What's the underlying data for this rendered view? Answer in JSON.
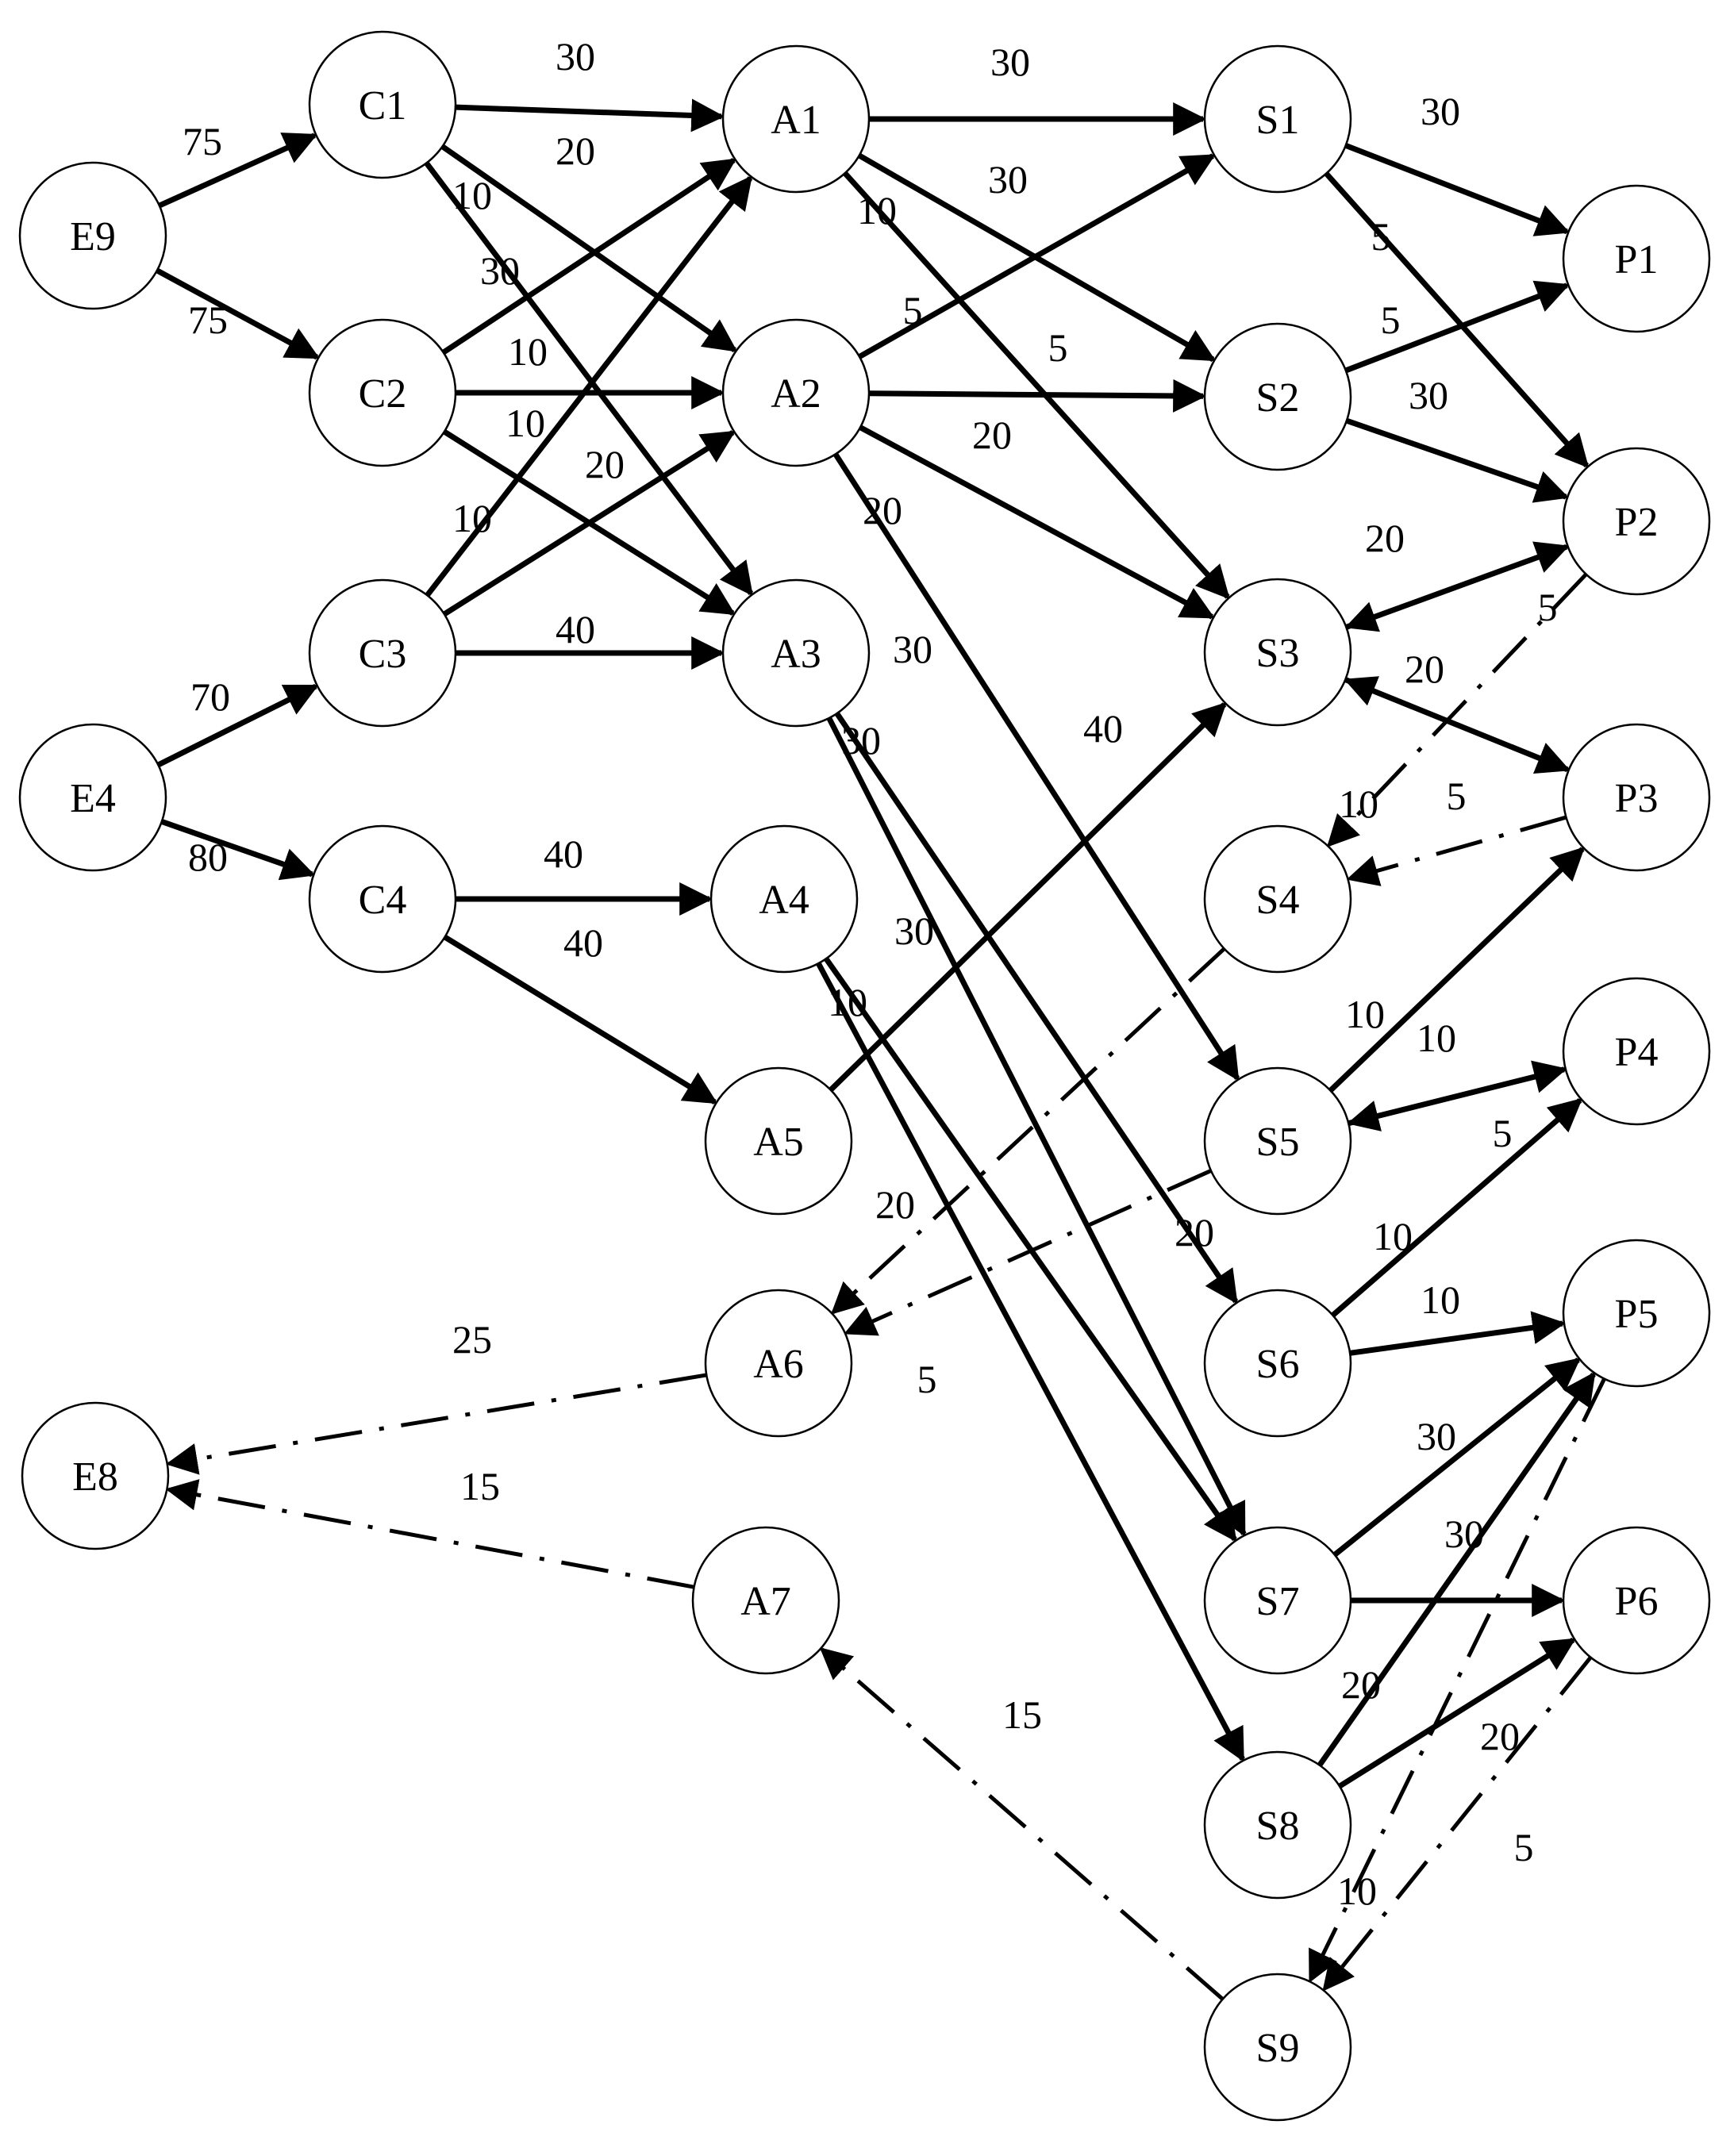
{
  "diagram": {
    "nodes": [
      {
        "id": "E9",
        "label": "E9"
      },
      {
        "id": "E4",
        "label": "E4"
      },
      {
        "id": "E8",
        "label": "E8"
      },
      {
        "id": "C1",
        "label": "C1"
      },
      {
        "id": "C2",
        "label": "C2"
      },
      {
        "id": "C3",
        "label": "C3"
      },
      {
        "id": "C4",
        "label": "C4"
      },
      {
        "id": "A1",
        "label": "A1"
      },
      {
        "id": "A2",
        "label": "A2"
      },
      {
        "id": "A3",
        "label": "A3"
      },
      {
        "id": "A4",
        "label": "A4"
      },
      {
        "id": "A5",
        "label": "A5"
      },
      {
        "id": "A6",
        "label": "A6"
      },
      {
        "id": "A7",
        "label": "A7"
      },
      {
        "id": "S1",
        "label": "S1"
      },
      {
        "id": "S2",
        "label": "S2"
      },
      {
        "id": "S3",
        "label": "S3"
      },
      {
        "id": "S4",
        "label": "S4"
      },
      {
        "id": "S5",
        "label": "S5"
      },
      {
        "id": "S6",
        "label": "S6"
      },
      {
        "id": "S7",
        "label": "S7"
      },
      {
        "id": "S8",
        "label": "S8"
      },
      {
        "id": "S9",
        "label": "S9"
      },
      {
        "id": "P1",
        "label": "P1"
      },
      {
        "id": "P2",
        "label": "P2"
      },
      {
        "id": "P3",
        "label": "P3"
      },
      {
        "id": "P4",
        "label": "P4"
      },
      {
        "id": "P5",
        "label": "P5"
      },
      {
        "id": "P6",
        "label": "P6"
      }
    ],
    "edges": [
      {
        "from": "E9",
        "to": "C1",
        "label": "75",
        "style": "solid"
      },
      {
        "from": "E9",
        "to": "C2",
        "label": "75",
        "style": "solid"
      },
      {
        "from": "E4",
        "to": "C3",
        "label": "70",
        "style": "solid"
      },
      {
        "from": "E4",
        "to": "C4",
        "label": "80",
        "style": "solid"
      },
      {
        "from": "C1",
        "to": "A1",
        "label": "30",
        "style": "solid"
      },
      {
        "from": "C1",
        "to": "A2",
        "label": "20",
        "style": "solid"
      },
      {
        "from": "C1",
        "to": "A3",
        "label": "10",
        "style": "solid"
      },
      {
        "from": "C2",
        "to": "A1",
        "label": "30",
        "style": "solid"
      },
      {
        "from": "C2",
        "to": "A2",
        "label": "10",
        "style": "solid"
      },
      {
        "from": "C2",
        "to": "A3",
        "label": "10",
        "style": "solid"
      },
      {
        "from": "C3",
        "to": "A1",
        "label": "10",
        "style": "solid"
      },
      {
        "from": "C3",
        "to": "A2",
        "label": "20",
        "style": "solid"
      },
      {
        "from": "C3",
        "to": "A3",
        "label": "40",
        "style": "solid"
      },
      {
        "from": "C4",
        "to": "A4",
        "label": "40",
        "style": "solid"
      },
      {
        "from": "C4",
        "to": "A5",
        "label": "40",
        "style": "solid"
      },
      {
        "from": "A1",
        "to": "S1",
        "label": "30",
        "style": "solid"
      },
      {
        "from": "A1",
        "to": "S2",
        "label": "30",
        "style": "solid"
      },
      {
        "from": "A1",
        "to": "S3",
        "label": "10",
        "style": "solid"
      },
      {
        "from": "A2",
        "to": "S1",
        "label": "5",
        "style": "solid"
      },
      {
        "from": "A2",
        "to": "S2",
        "label": "5",
        "style": "solid"
      },
      {
        "from": "A2",
        "to": "S3",
        "label": "20",
        "style": "solid"
      },
      {
        "from": "A2",
        "to": "S5",
        "label": "20",
        "style": "solid"
      },
      {
        "from": "A3",
        "to": "S6",
        "label": "30",
        "style": "solid"
      },
      {
        "from": "A3",
        "to": "S7",
        "label": "30",
        "style": "solid"
      },
      {
        "from": "A4",
        "to": "S7",
        "label": "30",
        "style": "solid"
      },
      {
        "from": "A4",
        "to": "S8",
        "label": "10",
        "style": "solid"
      },
      {
        "from": "A5",
        "to": "S3",
        "label": "40",
        "style": "solid"
      },
      {
        "from": "S1",
        "to": "P1",
        "label": "30",
        "style": "solid"
      },
      {
        "from": "S1",
        "to": "P2",
        "label": "5",
        "style": "solid"
      },
      {
        "from": "S2",
        "to": "P1",
        "label": "5",
        "style": "solid"
      },
      {
        "from": "S2",
        "to": "P2",
        "label": "30",
        "style": "solid"
      },
      {
        "from": "S3",
        "to": "P2",
        "label": "20",
        "style": "solid"
      },
      {
        "from": "S3",
        "to": "P3",
        "label": "20",
        "style": "solid"
      },
      {
        "from": "S5",
        "to": "P3",
        "label": "10",
        "style": "solid"
      },
      {
        "from": "S5",
        "to": "P4",
        "label": "10",
        "style": "solid"
      },
      {
        "from": "S6",
        "to": "P4",
        "label": "10",
        "style": "solid"
      },
      {
        "from": "S6",
        "to": "P5",
        "label": "10",
        "style": "solid"
      },
      {
        "from": "S7",
        "to": "P5",
        "label": "30",
        "style": "solid"
      },
      {
        "from": "S7",
        "to": "P6",
        "label": "30",
        "style": "solid"
      },
      {
        "from": "S8",
        "to": "P5",
        "label": "20",
        "style": "solid"
      },
      {
        "from": "S8",
        "to": "P6",
        "label": "20",
        "style": "solid"
      },
      {
        "from": "P2",
        "to": "S3",
        "label": "",
        "style": "dash"
      },
      {
        "from": "P2",
        "to": "S4",
        "label": "5",
        "style": "dash"
      },
      {
        "from": "P3",
        "to": "S3",
        "label": "5",
        "style": "dash"
      },
      {
        "from": "P3",
        "to": "S4",
        "label": "10",
        "style": "dash"
      },
      {
        "from": "P4",
        "to": "S5",
        "label": "",
        "style": "dash"
      },
      {
        "from": "S4",
        "to": "A6",
        "label": "20",
        "style": "dash"
      },
      {
        "from": "S5",
        "to": "A6",
        "label": "5",
        "style": "dash"
      },
      {
        "from": "A6",
        "to": "E8",
        "label": "25",
        "style": "dash"
      },
      {
        "from": "A7",
        "to": "E8",
        "label": "15",
        "style": "dash"
      },
      {
        "from": "S9",
        "to": "A7",
        "label": "15",
        "style": "dash"
      },
      {
        "from": "P5",
        "to": "S9",
        "label": "10",
        "style": "dash"
      },
      {
        "from": "P6",
        "to": "S9",
        "label": "5",
        "style": "dash"
      },
      {
        "from": "S4",
        "to": "S4",
        "label": "",
        "style": "none"
      },
      {
        "from": "A4",
        "to": "A4",
        "label": "",
        "style": "none"
      },
      {
        "from": "S6",
        "to": "S6",
        "label": "",
        "style": "none"
      },
      {
        "from": "P4",
        "to": "P4",
        "label": "5",
        "style": "none"
      },
      {
        "from": "S2",
        "to": "S2",
        "label": "",
        "style": "none"
      },
      {
        "from": "S5",
        "to": "S5",
        "label": "",
        "style": "none"
      },
      {
        "from": "C1",
        "to": "C1",
        "label": "",
        "style": "none"
      },
      {
        "from": "A3",
        "to": "A3",
        "label": "20",
        "style": "none"
      }
    ]
  }
}
